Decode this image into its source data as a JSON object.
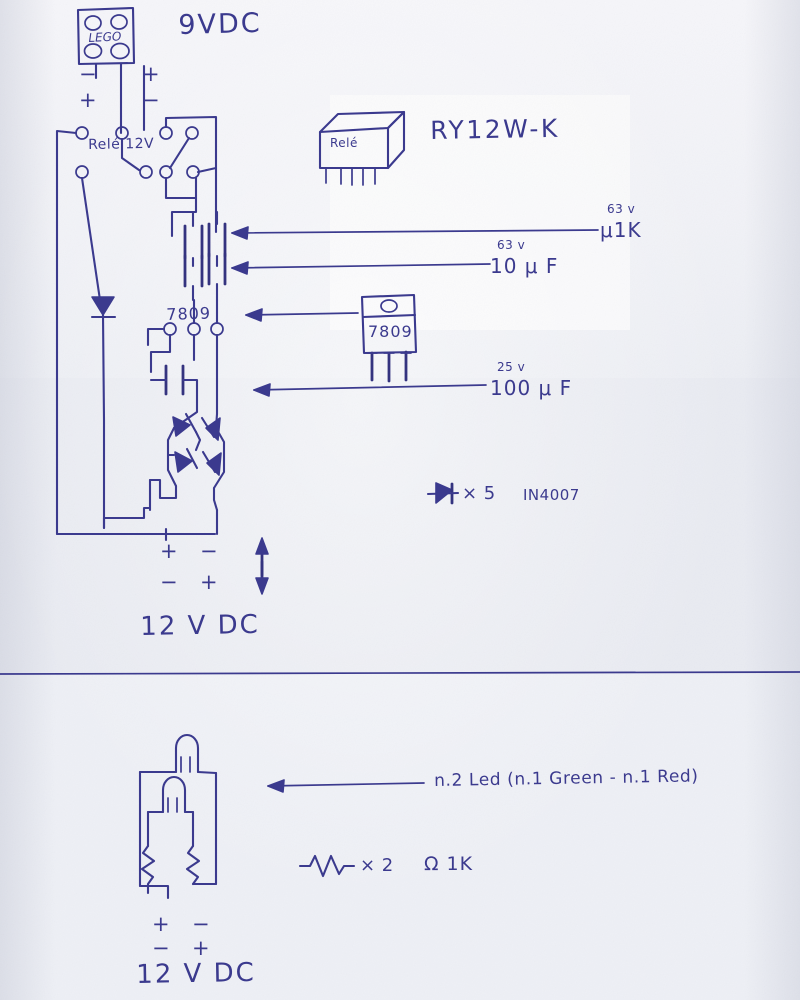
{
  "document": {
    "kind": "hand-drawn-schematic",
    "ink_color": "#3b3a8e",
    "paper_color": "#f2f3f7"
  },
  "sections": {
    "top": {
      "supply_label": "9VDC",
      "source_block_label": "LEGO",
      "relay_coil_label": "Relé 12V",
      "relay_package_label": "Relé",
      "relay_part_number": "RY12W-K",
      "regulator_label": "7809",
      "regulator_body_label": "7809",
      "output_polarity_top_left": "+",
      "output_polarity_top_right": "−",
      "output_polarity_bottom_left": "−",
      "output_polarity_bottom_right": "+",
      "output_label": "12 V DC"
    },
    "bottom": {
      "led_note": "n.2 Led (n.1 Green - n.1 Red)",
      "resistor_count": "× 2",
      "resistor_value": "Ω 1K",
      "output_polarity_top_left": "+",
      "output_polarity_top_right": "−",
      "output_polarity_bottom_left": "−",
      "output_polarity_bottom_right": "+",
      "output_label": "12 V DC"
    }
  },
  "callouts": [
    {
      "id": "cap1",
      "voltage": "63 v",
      "value": "μ1K"
    },
    {
      "id": "cap2",
      "voltage": "63 v",
      "value": "10 μ F"
    },
    {
      "id": "reg",
      "voltage": "",
      "value": "7809"
    },
    {
      "id": "cap3",
      "voltage": "25 v",
      "value": "100 μ F"
    }
  ],
  "bom": {
    "diode_count": "× 5",
    "diode_part": "IN4007"
  }
}
